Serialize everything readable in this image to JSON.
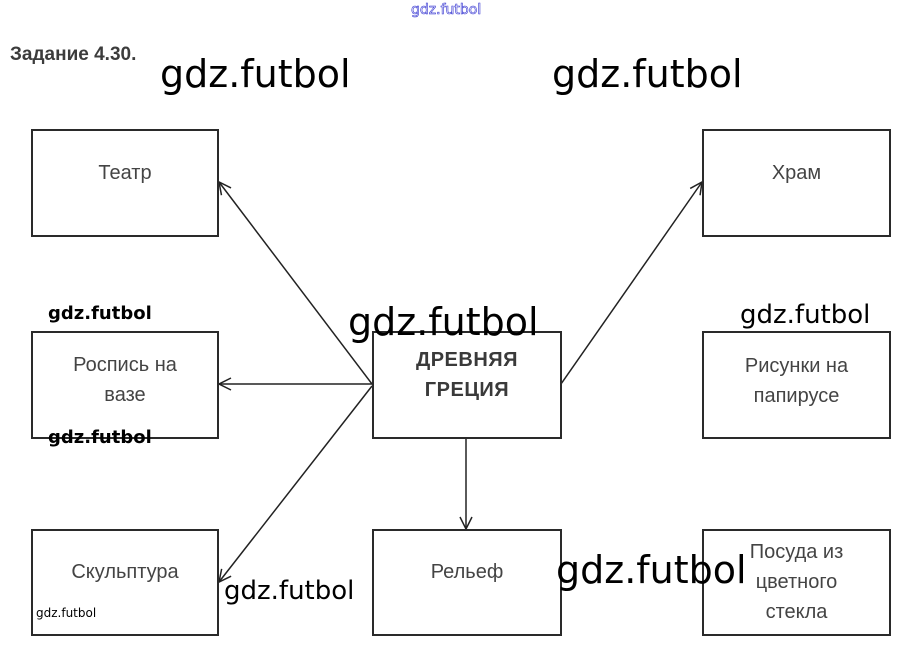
{
  "title": "Задание 4.30.",
  "center": "ДРЕВНЯЯ\nГРЕЦИЯ",
  "boxes": {
    "theater": "Театр",
    "temple": "Храм",
    "vase": "Роспись на\nвазе",
    "papyrus": "Рисунки на\nпапирусе",
    "sculpture": "Скульптура",
    "relief": "Рельеф",
    "glass": "Посуда из\nцветного\nстекла"
  },
  "watermark": "gdz.futbol"
}
